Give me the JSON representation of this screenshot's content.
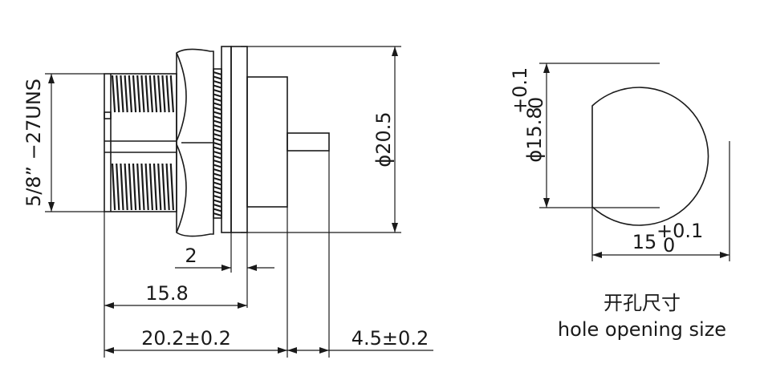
{
  "dimensions": {
    "thread_spec": "5/8” −27UNS",
    "outer_diameter": "ϕ20.5",
    "flange_thickness": "2",
    "body_length": "15.8",
    "total_length": "20.2±0.2",
    "pin_length": "4.5±0.2",
    "hole_height_base": "ϕ15.8",
    "hole_height_tol_plus": "+0.1",
    "hole_height_tol_zero": "0",
    "hole_width_base": "15",
    "hole_width_tol_plus": "+0.1",
    "hole_width_tol_zero": "0"
  },
  "caption": {
    "title_cn": "开孔尺寸",
    "title_en": "hole opening size"
  }
}
